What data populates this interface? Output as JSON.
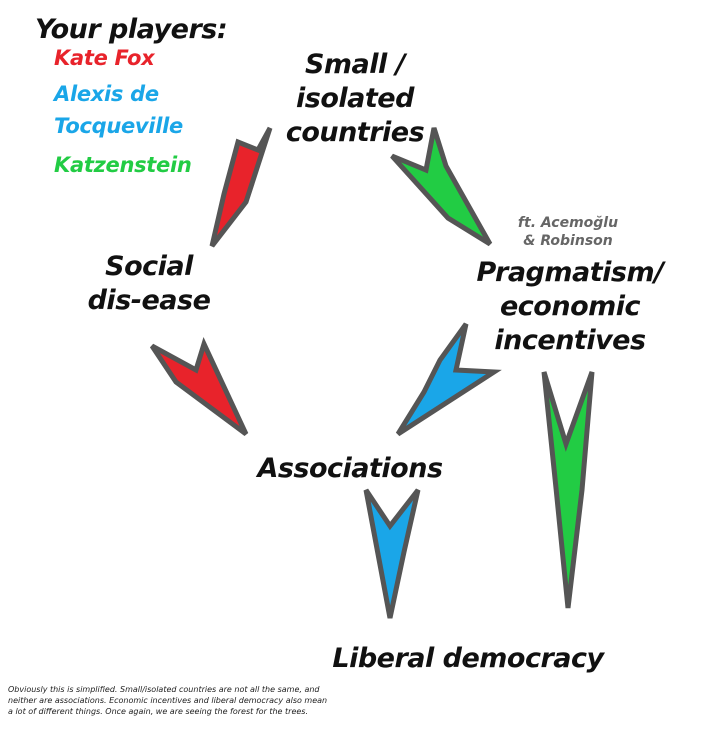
{
  "legend": {
    "heading": "Your players:",
    "players": [
      {
        "name": "Kate Fox",
        "color": "#e8232b"
      },
      {
        "name": "Alexis de",
        "color": "#1aa6e8"
      },
      {
        "name": "Tocqueville",
        "color": "#1aa6e8"
      },
      {
        "name": "Katzenstein",
        "color": "#22cc44"
      }
    ]
  },
  "nodes": {
    "small_countries": [
      "Small /",
      "isolated",
      "countries"
    ],
    "social_disease": [
      "Social",
      "dis-ease"
    ],
    "pragmatism": [
      "Pragmatism/",
      "economic",
      "incentives"
    ],
    "associations": [
      "Associations"
    ],
    "liberal_democracy": [
      "Liberal democracy"
    ]
  },
  "credit": [
    "ft. Acemoğlu",
    "& Robinson"
  ],
  "arrows": [
    {
      "from": "small_countries",
      "to": "social_disease",
      "color": "red"
    },
    {
      "from": "small_countries",
      "to": "pragmatism",
      "color": "green"
    },
    {
      "from": "social_disease",
      "to": "associations",
      "color": "red"
    },
    {
      "from": "pragmatism",
      "to": "associations",
      "color": "blue"
    },
    {
      "from": "associations",
      "to": "liberal_democracy",
      "color": "blue"
    },
    {
      "from": "pragmatism",
      "to": "liberal_democracy",
      "color": "green"
    }
  ],
  "colors": {
    "red": "#e8232b",
    "green": "#22cc44",
    "blue": "#1aa6e8",
    "arrow_outline": "#555555"
  },
  "footnote": [
    "Obviously this is simplified. Small/isolated countries are not all the same, and",
    "neither are associations. Economic incentives and liberal democracy also mean",
    "a lot of different things. Once again, we are seeing the forest for the trees."
  ]
}
